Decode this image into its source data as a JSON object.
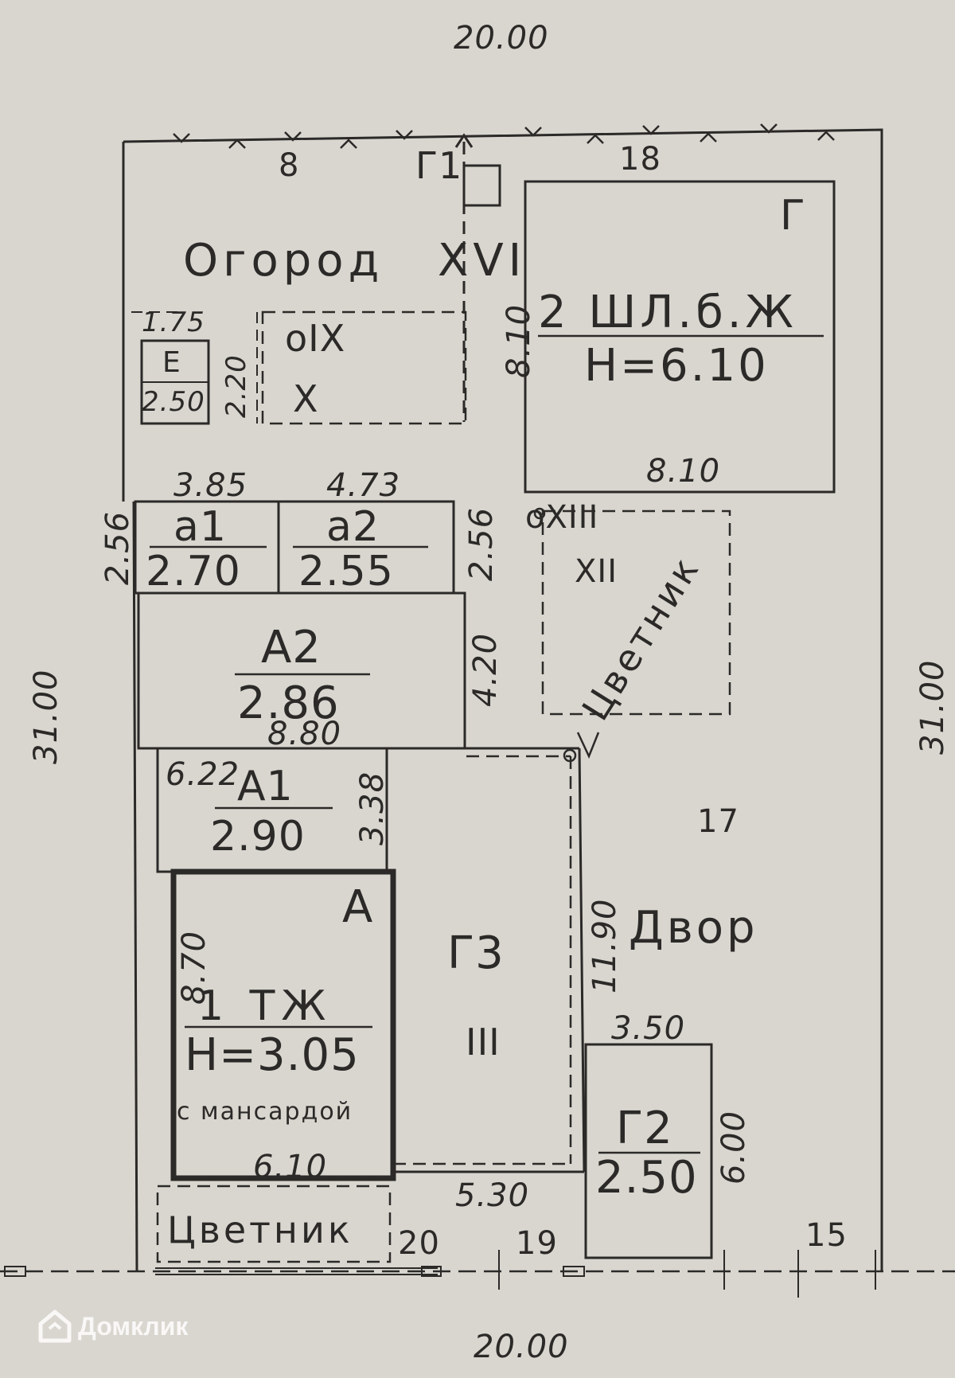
{
  "dims": {
    "top": "20.00",
    "bottom": "20.00",
    "left": "31.00",
    "right": "31.00"
  },
  "plot_numbers": [
    "8",
    "18",
    "17",
    "20",
    "19",
    "15"
  ],
  "garden": {
    "label": "Огород",
    "roman": "XVI"
  },
  "outbuildings": {
    "g1": "Г1",
    "g": "Г",
    "g3": "Г3",
    "g3_roman": "III",
    "g2": {
      "name": "Г2",
      "height": "2.50",
      "width": "3.50",
      "length": "6.00"
    }
  },
  "shed_e": {
    "name": "Е",
    "height": "2.50",
    "width": "1.75",
    "length": "2.20"
  },
  "roman_labels": {
    "ix": "оIX",
    "x": "X",
    "xiii": "оXIII",
    "xii": "XII"
  },
  "building2": {
    "title": "2 ШЛ.б.Ж",
    "height": "Н=6.10",
    "side": "8.10",
    "bottom": "8.10"
  },
  "flowerbed_label": "Цветник",
  "yard_label": "Двор",
  "annex_a1s": {
    "name": "а1",
    "height": "2.70",
    "width": "3.85"
  },
  "annex_a2s": {
    "name": "а2",
    "height": "2.55",
    "width": "4.73"
  },
  "side_256": "2.56",
  "annex_A2": {
    "name": "А2",
    "height": "2.86",
    "width": "8.80",
    "side": "4.20"
  },
  "annex_A1": {
    "name": "А1",
    "height": "2.90",
    "width": "6.22",
    "side": "3.38"
  },
  "main_house": {
    "letter": "А",
    "title": "1 ТЖ",
    "height": "Н=3.05",
    "note": "с мансардой",
    "side": "8.70",
    "bottom": "6.10"
  },
  "g3_dims": {
    "bottom": "5.30",
    "side": "11.90"
  },
  "watermark": "Домклик"
}
